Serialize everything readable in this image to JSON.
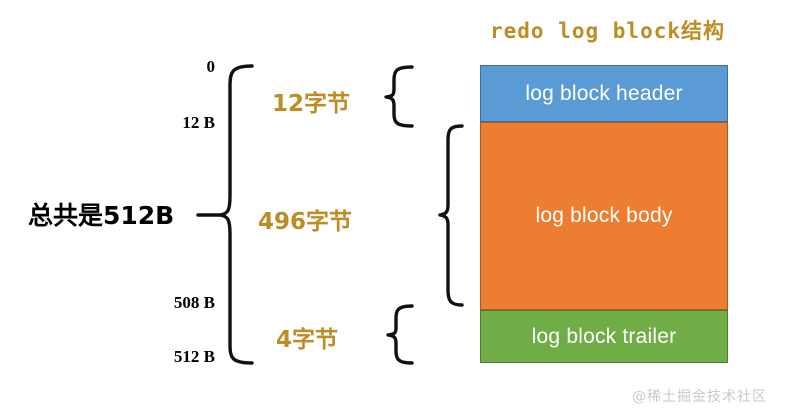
{
  "diagram": {
    "title": "redo log block结构",
    "title_color": "#bd8d23",
    "total_label": "总共是512B",
    "watermark": "@稀土掘金技术社区"
  },
  "blocks": [
    {
      "label": "log block header",
      "color": "#5b9bd5",
      "size_bytes": 12,
      "start": 0,
      "end": 12
    },
    {
      "label": "log block body",
      "color": "#ed7d31",
      "size_bytes": 496,
      "start": 12,
      "end": 508
    },
    {
      "label": "log block trailer",
      "color": "#70ad47",
      "size_bytes": 4,
      "start": 508,
      "end": 512
    }
  ],
  "offsets": [
    {
      "text": "0"
    },
    {
      "text": "12 B"
    },
    {
      "text": "508 B"
    },
    {
      "text": "512 B"
    }
  ],
  "segments": [
    {
      "text": "12字节"
    },
    {
      "text": "496字节"
    },
    {
      "text": "4字节"
    }
  ]
}
